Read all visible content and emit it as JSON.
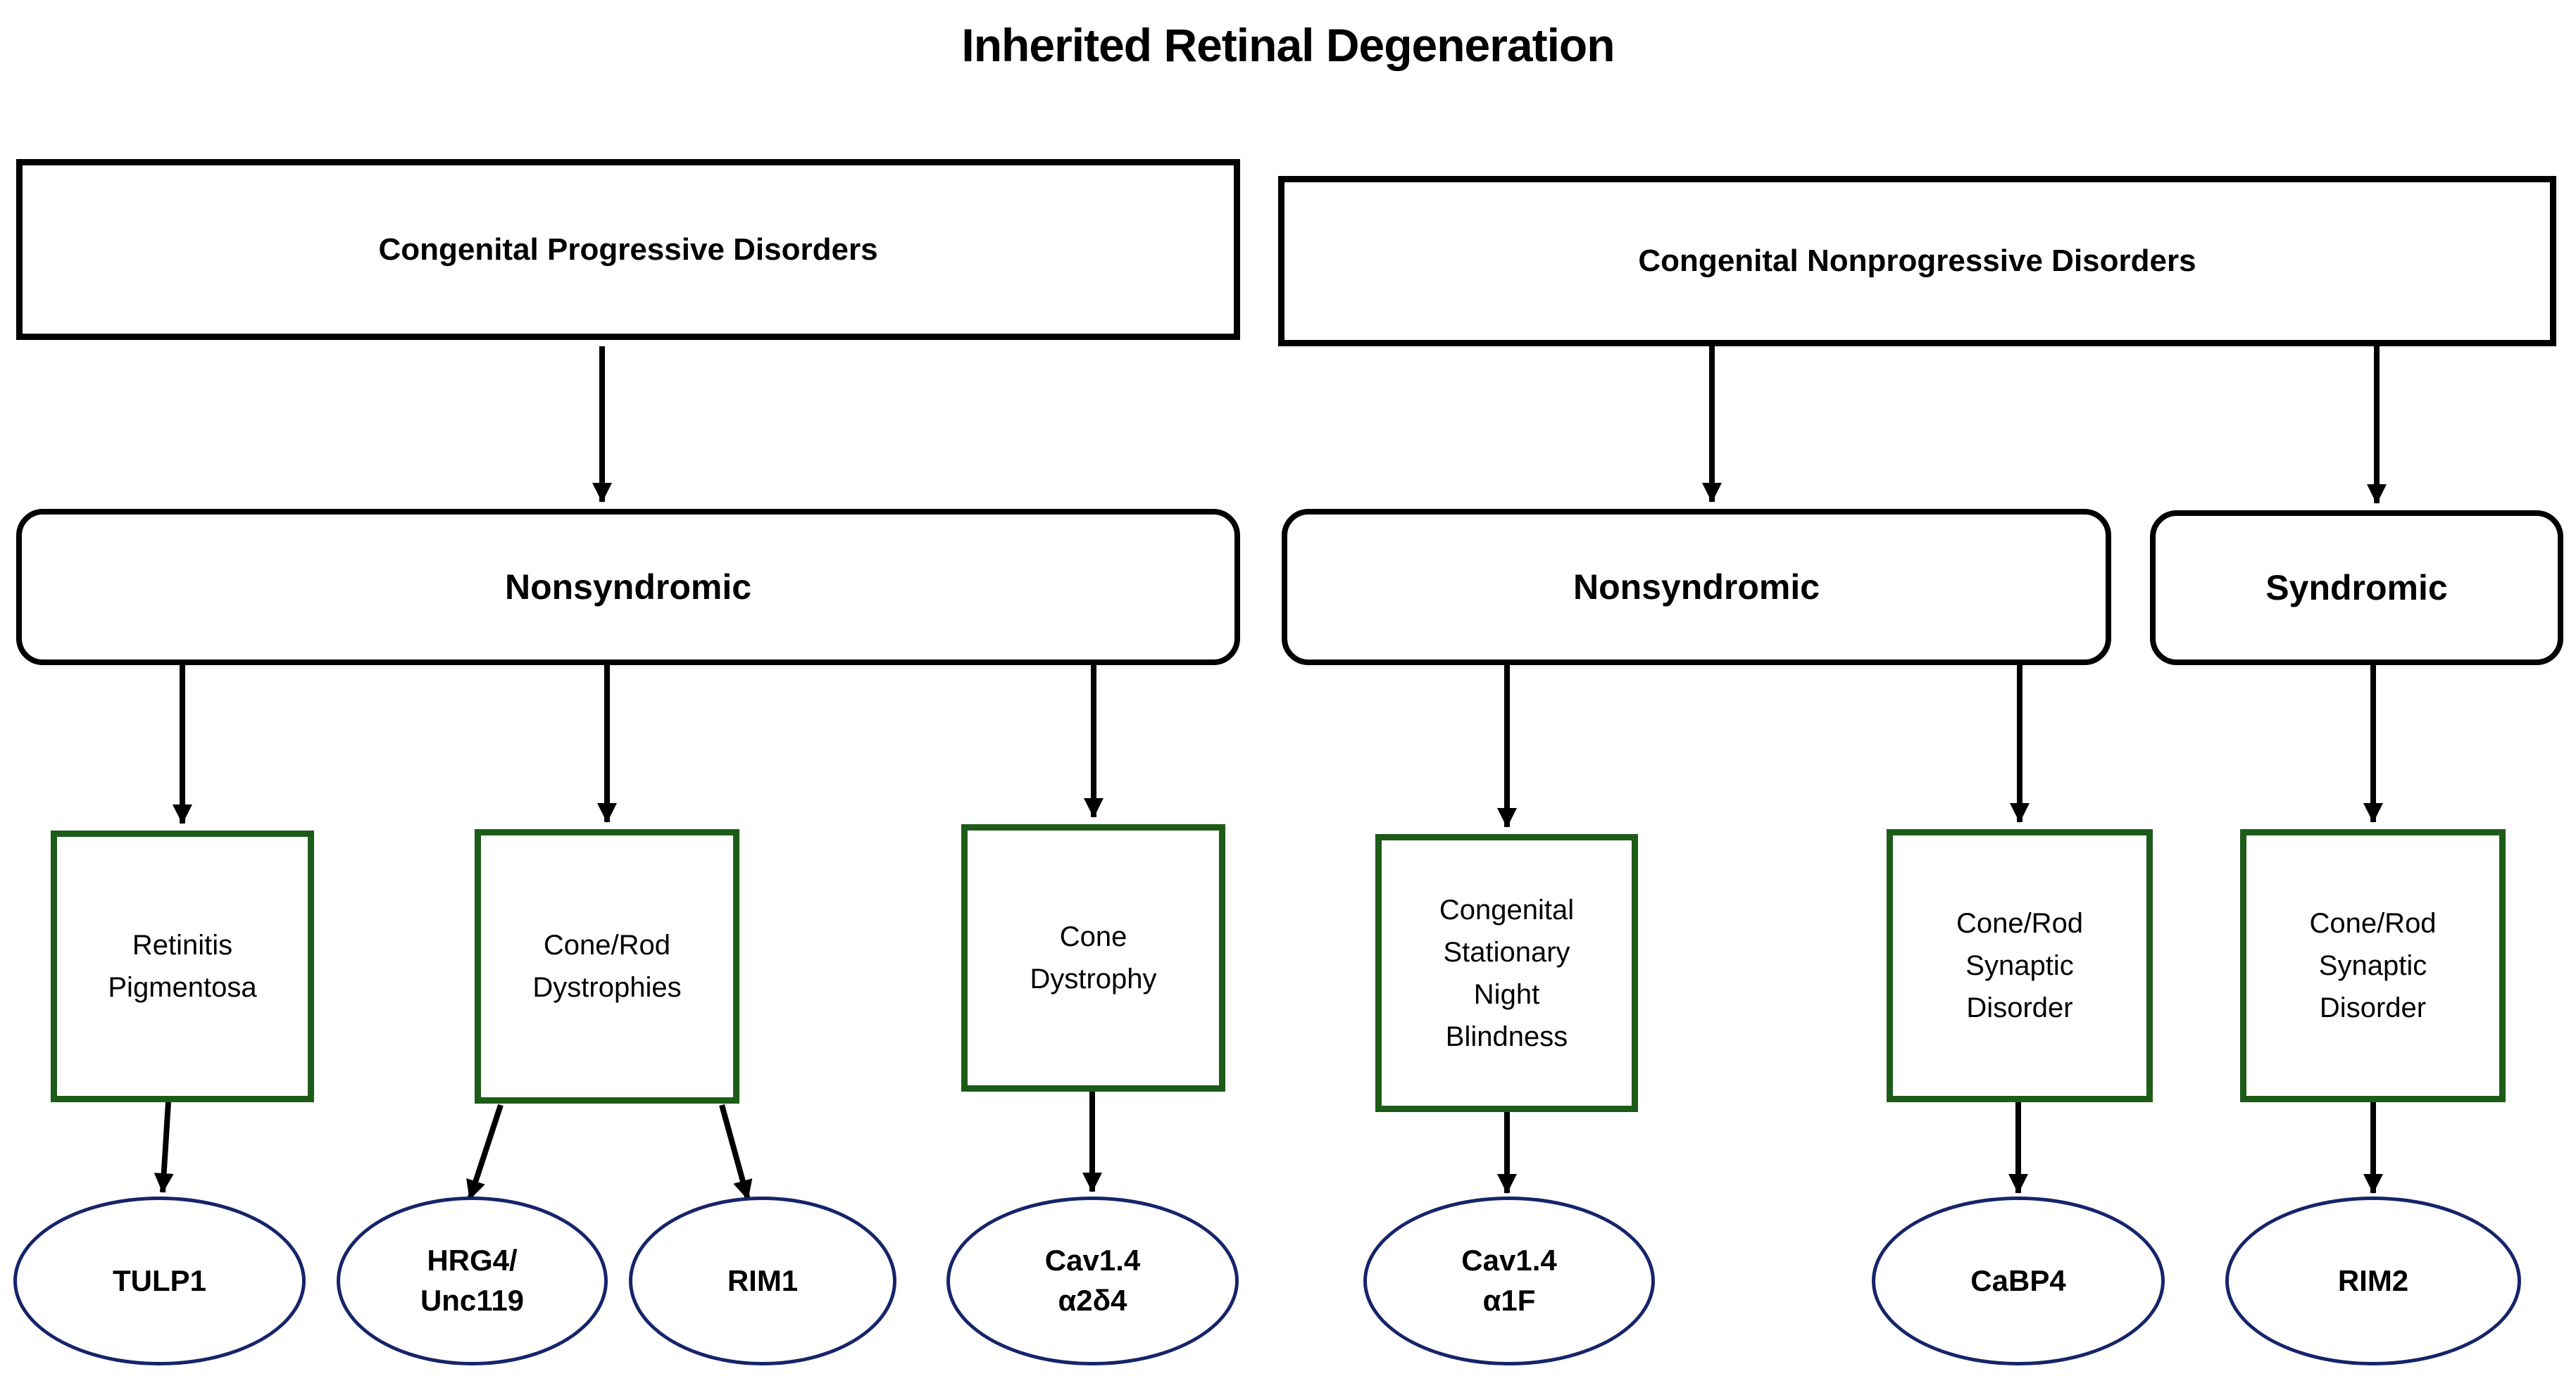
{
  "title": "Inherited Retinal Degeneration",
  "colors": {
    "background": "#ffffff",
    "text": "#000000",
    "box_border": "#000000",
    "category_border": "#1d5c18",
    "gene_border": "#16246a"
  },
  "level1": [
    {
      "id": "cpd",
      "label": "Congenital Progressive Disorders"
    },
    {
      "id": "cnd",
      "label": "Congenital Nonprogressive Disorders"
    }
  ],
  "level2": [
    {
      "id": "ns1",
      "label": "Nonsyndromic"
    },
    {
      "id": "ns2",
      "label": "Nonsyndromic"
    },
    {
      "id": "syn",
      "label": "Syndromic"
    }
  ],
  "level3": [
    {
      "id": "rp",
      "label": "Retinitis\nPigmentosa"
    },
    {
      "id": "crd",
      "label": "Cone/Rod\nDystrophies"
    },
    {
      "id": "cd",
      "label": "Cone\nDystrophy"
    },
    {
      "id": "csnb",
      "label": "Congenital\nStationary\nNight\nBlindness"
    },
    {
      "id": "crsd1",
      "label": "Cone/Rod\nSynaptic\nDisorder"
    },
    {
      "id": "crsd2",
      "label": "Cone/Rod\nSynaptic\nDisorder"
    }
  ],
  "genes": [
    {
      "id": "tulp1",
      "label": "TULP1"
    },
    {
      "id": "hrg4",
      "label": "HRG4/\nUnc119"
    },
    {
      "id": "rim1",
      "label": "RIM1"
    },
    {
      "id": "cav_a2d4",
      "label": "Cav1.4\nα2δ4"
    },
    {
      "id": "cav_a1f",
      "label": "Cav1.4\nα1F"
    },
    {
      "id": "cabp4",
      "label": "CaBP4"
    },
    {
      "id": "rim2",
      "label": "RIM2"
    }
  ],
  "edges": [
    {
      "from": "cpd",
      "to": "ns1"
    },
    {
      "from": "cnd",
      "to": "ns2"
    },
    {
      "from": "cnd",
      "to": "syn"
    },
    {
      "from": "ns1",
      "to": "rp"
    },
    {
      "from": "ns1",
      "to": "crd"
    },
    {
      "from": "ns1",
      "to": "cd"
    },
    {
      "from": "ns2",
      "to": "csnb"
    },
    {
      "from": "ns2",
      "to": "crsd1"
    },
    {
      "from": "syn",
      "to": "crsd2"
    },
    {
      "from": "rp",
      "to": "tulp1"
    },
    {
      "from": "crd",
      "to": "hrg4"
    },
    {
      "from": "crd",
      "to": "rim1"
    },
    {
      "from": "cd",
      "to": "cav_a2d4"
    },
    {
      "from": "csnb",
      "to": "cav_a1f"
    },
    {
      "from": "crsd1",
      "to": "cabp4"
    },
    {
      "from": "crsd2",
      "to": "rim2"
    }
  ]
}
